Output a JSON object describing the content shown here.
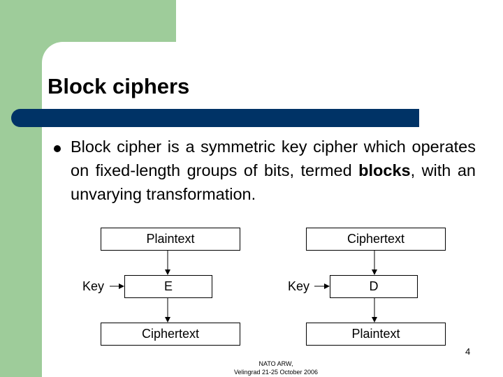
{
  "slide": {
    "title": "Block ciphers",
    "bullet": {
      "text_before": "Block cipher is a symmetric key cipher which operates on fixed-length groups of bits, termed ",
      "bold": "blocks",
      "text_after": ", with an unvarying transformation."
    },
    "diagram": {
      "left": {
        "top_box": "Plaintext",
        "key_label": "Key",
        "mid_box": "E",
        "bottom_box": "Ciphertext"
      },
      "right": {
        "top_box": "Ciphertext",
        "key_label": "Key",
        "mid_box": "D",
        "bottom_box": "Plaintext"
      }
    },
    "slide_number": "4",
    "footer": {
      "line1": "NATO ARW,",
      "line2": "Velingrad 21-25 October 2006"
    }
  },
  "colors": {
    "accent_green": "#9ecc9a",
    "title_bar": "#003366"
  }
}
